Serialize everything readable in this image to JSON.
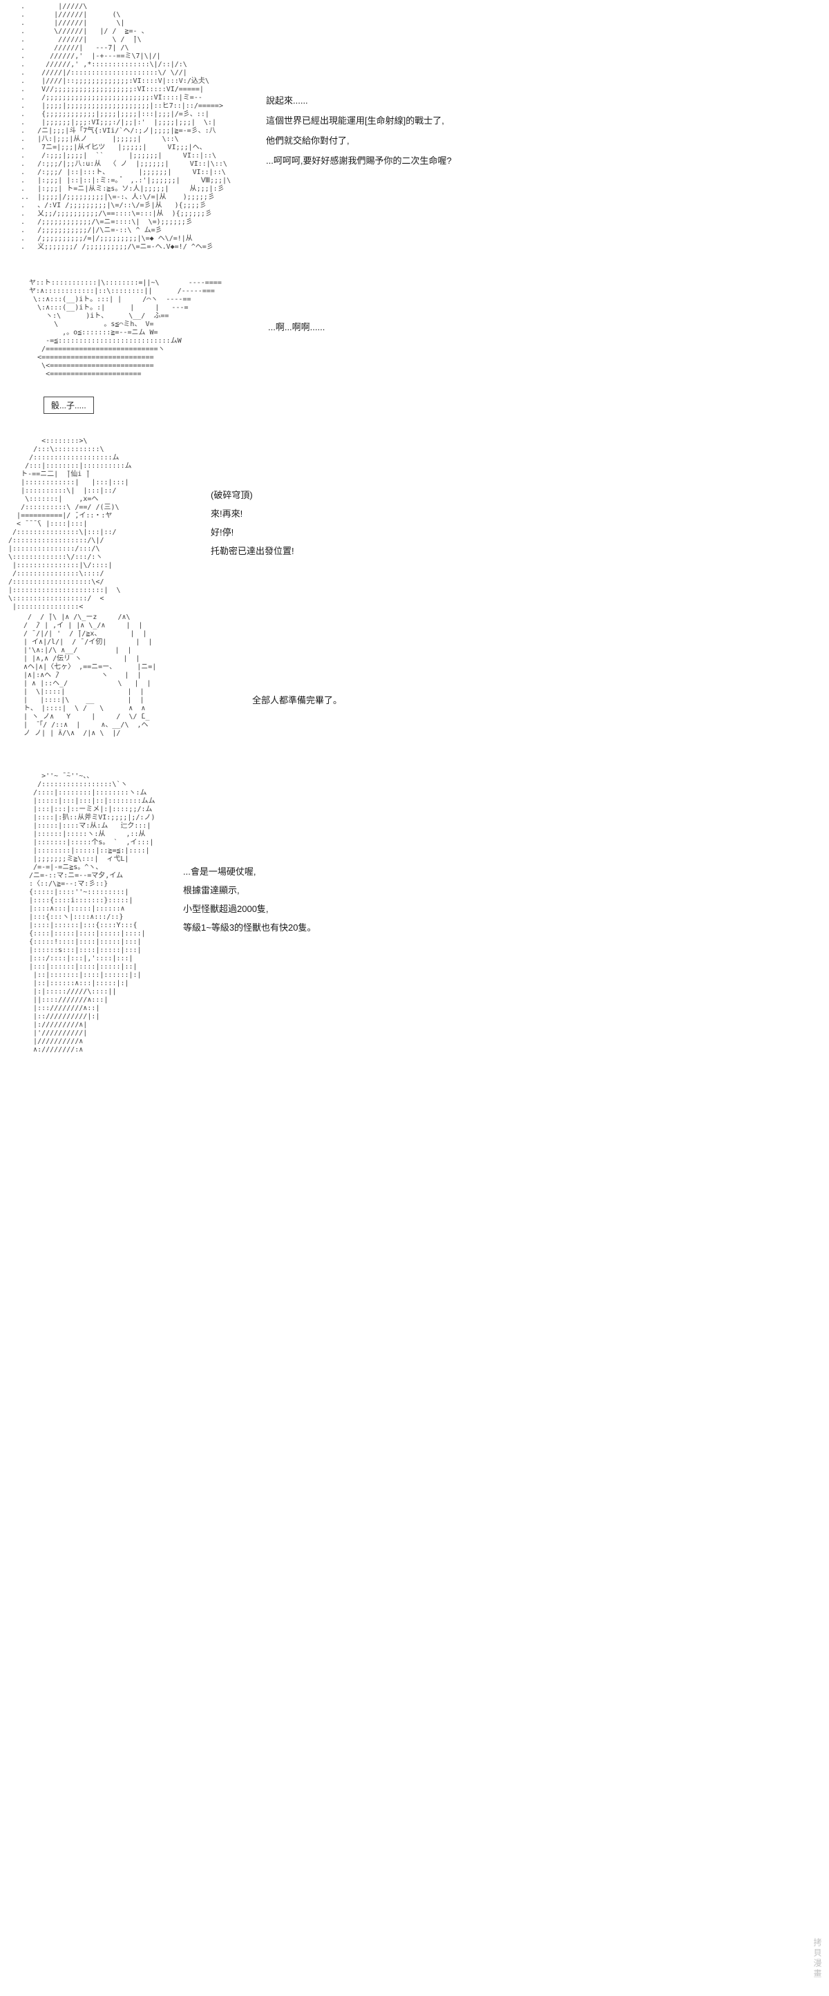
{
  "page": {
    "bg": "#ffffff",
    "aa_color": "#3d3d3d",
    "text_color": "#1a1a1a",
    "watermark_color": "#c2c2c2"
  },
  "aa_blocks": {
    "block1": [
      ".        |/////\\",
      ".       |//////|      (\\",
      ".       |//////|       \\|",
      ".       \\//////|   |/ /  ≧=- 、",
      ".        //////|      \\ /  ̄|\\",
      ".       //////|   ---7| /\\",
      ".      //////,'  |-+---==ミ\\7|\\|/|",
      ".     //////,' ,*::::::::::::::\\|/::|/:\\",
      ".    /////|/:::::::::::::::::::::\\/ \\//|",
      ".    |////|::;;;;;;;;;;;;;:VI::::V|:::V:/込仧\\",
      ".    V//;;;;;;;;;;;;;;;;;;;:VI:::::VI/=====|",
      ".    /;;;;;;;;;;;;;;;;;;;;;;;;;:VI::::|ミ=--",
      ".    |;;;;|;;;;;;;;;;;;;;;;;;;;|::ヒ7::|::/=====>",
      ".    {;;;;;;;;;;;;|;;;;|;;;;|:::|;;;|/=彡、::|",
      ".    |;;;;;;|;;;:VI;;;:/|;;|:'  |;;;;|;;;|  \\:|",
      ".   /ニ|;;;|斗「7气{:VIi/`ヘ/:;ノ|;;;;|≧=-=彡、:八",
      ".   |八:|;;;|从ノ      |;;;;;|     \\::\\",
      ".    7ニ=|;;;|从イ匕ツ   |;;;;;|     VI;;;|ヘ、",
      ".    /:;;;|;;;;|  ``      |;;;;;;|     VI::|::\\",
      ".   /:;;;/|;;八:u:从  〈 ノ  |;;;;;;|     VI::|\\::\\",
      ".   /:;;;/ |::|:::ト、       |;;;;;;|     VI::|::\\",
      ".   |:;;;| |::|::|:ミ:=。゚  ,.:'|;;;;;;|     Ⅷ;;;|\\",
      ".   |:;;;| ト=ニ|从ミ:≧s。ソ:人|;;;;;|     从;;;|:彡",
      "..  |;;;;|/;;;;;;;;;|\\=-:、人:\\/=|从    );;;;;彡",
      ".   、/:VI /;;;;;;;;;|\\=/::\\/=彡|从   ){;;;;彡",
      ".   乂;;/;;;;;;;;;;/\\==::::\\=:::|从  ){;;;;;;彡",
      ".   /;;;;;;;;;;;;/\\=ニ=::::\\|  \\=);;;;;;彡",
      ".   /;;;;;;;;;;;/|/\\ニ=-::\\ ^ ム=彡",
      ".   /;;;;;;;;;;/=|/;;;;;;;;;|\\=◆ ヘ\\/=!|从",
      ".   义;;;;;;;/ /;;;;;;;;;;/\\=ニ=-ヘ.V◆=!/ ^ヘ=彡"
    ],
    "block2": [
      "ヤ::ト:::::::::::|\\::::::::=||~\\       ----====",
      "ヤ:∧::::::::::::|::\\::::::::||      /-----===",
      " \\::∧:::(__)iト。:::| |     /⌒ヽ  ----==",
      "  \\:∧:::(__)iト。:|      |     |   ---=",
      "    ヽ:\\      )iト、     \\__/  ふ==",
      "      \\           。s≦⌒ミh、 V=",
      "        ,。o≦:::::::≧=--=ニム W=",
      "    -=≦:::::::::::::::::::::::::::ムW",
      "   /===========================ヽ",
      "  <===========================",
      "   \\<=========================",
      "    <======================"
    ],
    "block3": [
      "         <::::::::>\\",
      "       /:::\\:::::::::::\\",
      "      /:::::::::::::::::::ム",
      "     /:::|::::::::|::::::::::ム",
      "    ト-==ニ二|  ̄|仙i ̄|",
      "    |::::::::::::|   |:::|:::|",
      "    |::::::::::\\|  |:::|::/",
      "     \\:::::::|    ,x=ヘ",
      "    /::::::::::\\ /==/ /(三)\\",
      "   |==========|/ ̄,イ::・:ヤ",
      "   < ̄ ̄ ̄ ̄\\ |::::|:::|",
      "  /:::::::::::::::\\|:::|::/",
      " /::::::::::::::::::/\\|/",
      " |:::::::::::::::/:::/\\",
      " \\:::::::::::::\\/:::/:ヽ",
      "  |:::::::::::::::|\\/::::|",
      "  /:::::::::::::::\\::::/",
      " /:::::::::::::::::::\\</",
      " |::::::::::::::::::::::|  \\",
      " \\::::::::::::::::::/  <",
      "  |:::::::::::::::<"
    ],
    "block4": [
      "  /  / ̄|\\ |∧ /\\_ーz     /∧\\",
      " /  ̄/ | ,イ | |∧ \\_/∧     |  |",
      " / ̄ /|/| '  / ̄|/≧x、       |  |",
      " | イ∧|/l/|  / ̄ /イ仞|       |  |",
      " |'\\∧:|/\\ ∧__/         |  |",
      " | |∧,∧ /伝リ ヽ          |  |",
      " ∧ヘ|∧|〈七ヶ〉 ,==ニ=ー、     |ニ=|",
      " |∧|:∧ヘ ̄/          ヽ    |  |",
      " | ∧ |::ヘ_/            \\   |  |",
      " |  \\|::::|               |  |",
      " |   |::::|\\    __        |  |",
      " ト、 |::::|  \\ /   \\      ∧  ∧",
      " | ヽ ノ∧   Y     |     /  \\/ ̄L_",
      " |  ̄「/ /::∧  |     ∧、__/\\  ,ヘ",
      " ノ ノ| | ̄∧/\\∧  /|∧ \\  |/"
    ],
    "block5": [
      "     >''~ ̄ ̄~''~、、",
      "    /:::::::::::::::::\\`ヽ",
      "   /::::|::::::::|::::::::ヽ:ム",
      "   |:::::|:::|:::|::|::::::::ムム",
      "   |:::|:::|::ーミメ|:|::::;;/:ム",
      "   |::::|:扒::从斧ミVI:;;;;|;/:ノ)",
      "   |:::::|::::マ:从:ム   辷ク:::|",
      "   |::::::|:::::ヽ:从     ,::从",
      "   |:::::::|:::::个s。 `  ,イ:::|",
      "   |::::::::|:::::|::≧=≦:|::::|",
      "   |;;;;;;;ミ≧\\:::|  ィ弋L|",
      "   /=-=|-=ニ≧s。^ヽ、",
      "  /ニ=-::マ:ニ=--=マ夕,イム",
      "  :〈::/\\≧=--:マ:彡::}",
      "  {:::::|::::''~:::::::::|",
      "  |::::{::::i:::::::}:::::|",
      "  |::::∧:::|:::::|::::::∧",
      "  |:::{:::ヽ|::::∧:::/::}",
      "  |::::|::::::|:::{::::Y:::{",
      "  {::::|:::::|::::|:::::|::::|",
      "  {:::::!::::|::::|:::::|:::|",
      "  |::::::s:::|::::|:::::|:::|",
      "  |:::/::::|:::|,'::::|:::|",
      "  |:::|::::::|::::|:::::|::|",
      "   |::|:::::::|::::|::::::|:|",
      "   |::|::::::∧:::|:::::|:|",
      "   |:|::::://///\\::::||",
      "   ||::::///////∧:::|",
      "   |:::////////∧::|",
      "   |:://////////|:|",
      "   |://///////∧|",
      "   |'//////////|",
      "   |//////////∧",
      "   ∧:////////:∧"
    ]
  },
  "dialogues": {
    "d1": {
      "lines": [
        "說起來......",
        "這個世界已經出現能運用[生命射線]的戰士了,",
        "他們就交給你對付了,",
        "...呵呵呵,要好好感謝我們賜予你的二次生命喔?"
      ]
    },
    "d2": {
      "lines": [
        "...啊...啊啊......"
      ]
    },
    "dice_box": "骰...子.....",
    "d3": {
      "lines": [
        "(破碎穹頂)",
        "來!再來!",
        "好!停!",
        "托勒密已達出發位置!"
      ]
    },
    "d4": {
      "lines": [
        "全部人都準備完畢了。"
      ]
    },
    "d5": {
      "lines": [
        "...會是一場硬仗喔,",
        "根據雷達顯示,",
        "小型怪獸超過2000隻,",
        "等級1~等級3的怪獸也有快20隻。"
      ]
    }
  },
  "watermark": "拷貝漫畫"
}
